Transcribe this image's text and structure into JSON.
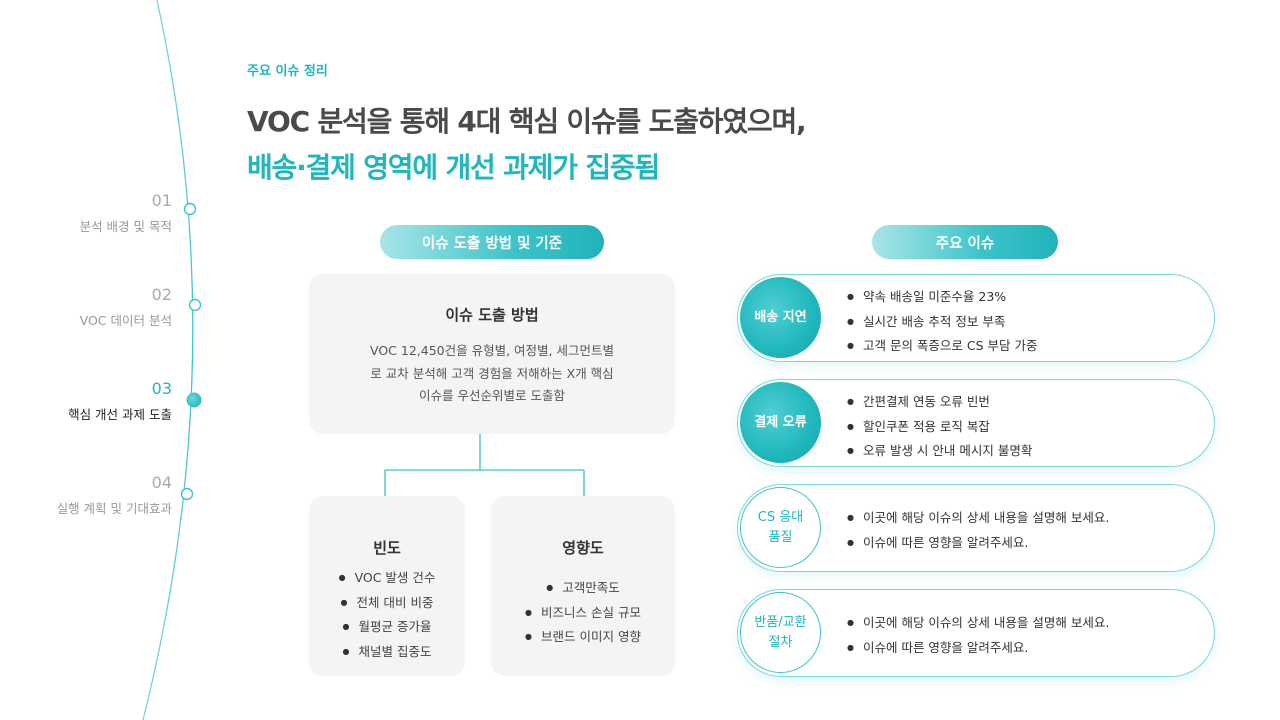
{
  "sidebar": {
    "items": [
      {
        "number": "01",
        "label": "분석 배경 및 목적",
        "active": false
      },
      {
        "number": "02",
        "label": "VOC 데이터 분석",
        "active": false
      },
      {
        "number": "03",
        "label": "핵심 개선 과제 도출",
        "active": true
      },
      {
        "number": "04",
        "label": "실행 계획 및 기대효과",
        "active": false
      }
    ]
  },
  "header": {
    "eyebrow": "주요 이슈 정리",
    "title_line1": "VOC 분석을 통해 4대 핵심 이슈를 도출하였으며,",
    "title_line2": "배송·결제 영역에 개선 과제가 집중됨"
  },
  "method": {
    "pill_label": "이슈 도출 방법 및 기준",
    "card_title": "이슈 도출 방법",
    "card_lines": [
      "VOC 12,450건을 유형별, 여정별, 세그먼트별",
      "로 교차 분석해 고객 경험을 저해하는 X개 핵심",
      "이슈를 우선순위별로 도출함"
    ],
    "criteria": [
      {
        "title": "빈도",
        "points": [
          "VOC 발생 건수",
          "전체 대비 비중",
          "월평균 증가율",
          "채널별 집중도"
        ]
      },
      {
        "title": "영향도",
        "points": [
          "고객만족도",
          "비즈니스 손실 규모",
          "브랜드 이미지 영향"
        ]
      }
    ]
  },
  "issues": {
    "pill_label": "주요 이슈",
    "items": [
      {
        "label": "배송 지연",
        "style": "filled",
        "points": [
          "약속 배송일 미준수율 23%",
          "실시간 배송 추적 정보 부족",
          "고객 문의 폭증으로 CS 부담 가중"
        ]
      },
      {
        "label": "결제 오류",
        "style": "filled",
        "points": [
          "간편결제 연동 오류 빈번",
          "할인쿠폰 적용 로직 복잡",
          "오류 발생 시 안내 메시지 불명확"
        ]
      },
      {
        "label_line1": "CS 응대",
        "label_line2": "품질",
        "style": "outline",
        "points": [
          "이곳에 해당 이슈의 상세 내용을 설명해 보세요.",
          "이슈에 따른 영향을 알려주세요."
        ]
      },
      {
        "label_line1": "반품/교환",
        "label_line2": "절차",
        "style": "outline",
        "points": [
          "이곳에 해당 이슈의 상세 내용을 설명해 보세요.",
          "이슈에 따른 영향을 알려주세요."
        ]
      }
    ]
  },
  "colors": {
    "accent": "#1fb7bc",
    "accent_light": "#7ad7da",
    "card_bg": "#f4f4f5",
    "title_dark": "#4a4a4a"
  }
}
